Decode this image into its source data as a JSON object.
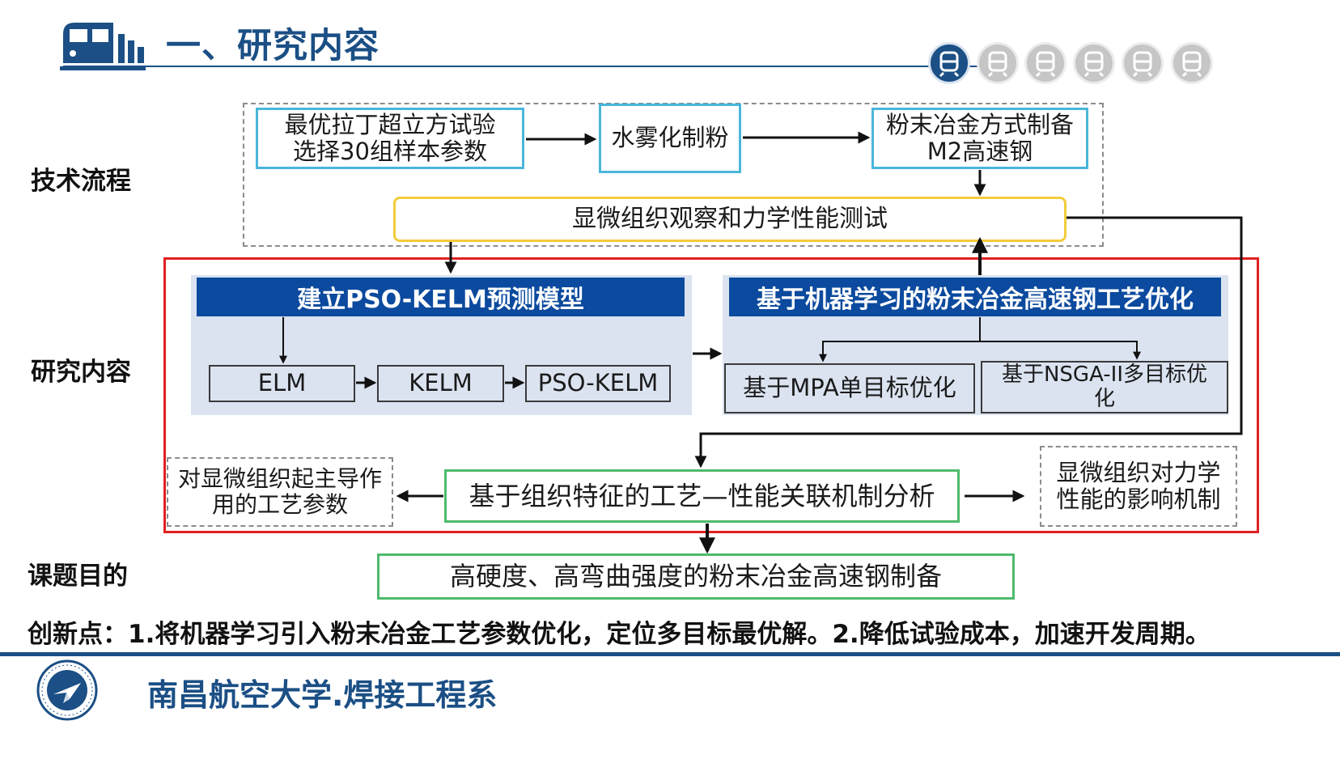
{
  "header": {
    "title": "一、研究内容",
    "train_icon": "train-icon",
    "nav_dots": [
      {
        "icon": "train-icon",
        "active": true
      },
      {
        "icon": "train-icon",
        "active": false
      },
      {
        "icon": "train-icon",
        "active": false
      },
      {
        "icon": "train-icon",
        "active": false
      },
      {
        "icon": "train-icon",
        "active": false
      },
      {
        "icon": "train-icon",
        "active": false
      }
    ]
  },
  "labels": {
    "tech_flow": "技术流程",
    "research_content": "研究内容",
    "purpose": "课题目的"
  },
  "flow": {
    "box_design_line1": "最优拉丁超立方试验",
    "box_design_line2": "选择30组样本参数",
    "box_atomize": "水雾化制粉",
    "box_prepare_line1": "粉末冶金方式制备",
    "box_prepare_line2": "M2高速钢",
    "box_test": "显微组织观察和力学性能测试"
  },
  "model": {
    "header": "建立PSO-KELM预测模型",
    "elm": "ELM",
    "kelm": "KELM",
    "pso_kelm": "PSO-KELM"
  },
  "optimize": {
    "header": "基于机器学习的粉末冶金高速钢工艺优化",
    "mpa": "基于MPA单目标优化",
    "nsga_line1": "基于NSGA-II多目标优",
    "nsga_line2": "化"
  },
  "analysis": {
    "center": "基于组织特征的工艺—性能关联机制分析",
    "left_line1": "对显微组织起主导作",
    "left_line2": "用的工艺参数",
    "right_line1": "显微组织对力学",
    "right_line2": "性能的影响机制"
  },
  "goal": "高硬度、高弯曲强度的粉末冶金高速钢制备",
  "innovation": "创新点：1.将机器学习引入粉末冶金工艺参数优化，定位多目标最优解。2.降低试验成本，加速开发周期。",
  "footer": {
    "logo_icon": "university-seal-icon",
    "text": "南昌航空大学.焊接工程系"
  },
  "colors": {
    "brand_blue": "#1b4f85",
    "header_blue": "#0b4a9e",
    "red_border": "#e02020",
    "cyan_border": "#4ab6dc",
    "yellow_border": "#f2cc3c",
    "green_border": "#4fba6c",
    "panel_bg": "#dbe3f0"
  }
}
